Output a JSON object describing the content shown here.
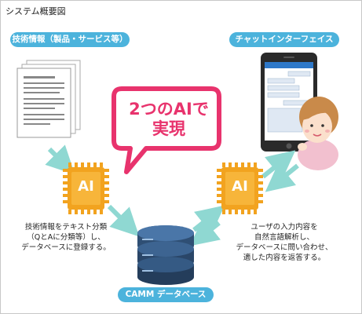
{
  "title": "システム概要図",
  "labels": {
    "tech_info": "技術情報（製品・サービス等）",
    "chat_interface": "チャットインターフェイス",
    "database": "CAMM データベース"
  },
  "bubble": {
    "line1": "2つのAIで",
    "line2": "実現"
  },
  "chip": {
    "left": "AI",
    "right": "AI"
  },
  "captions": {
    "left": [
      "技術情報をテキスト分類",
      "（QとAに分類等）し、",
      "データベースに登録する。"
    ],
    "right": [
      "ユーザの入力内容を",
      "自然言語解析し、",
      "データベースに問い合わせ、",
      "適した内容を返答する。"
    ]
  },
  "colors": {
    "pill": "#4cb3dc",
    "arrow": "#8fd8d2",
    "chip_orange": "#f2a31f",
    "bubble_pink": "#e8336d",
    "db_navy": "#2f4f74"
  }
}
